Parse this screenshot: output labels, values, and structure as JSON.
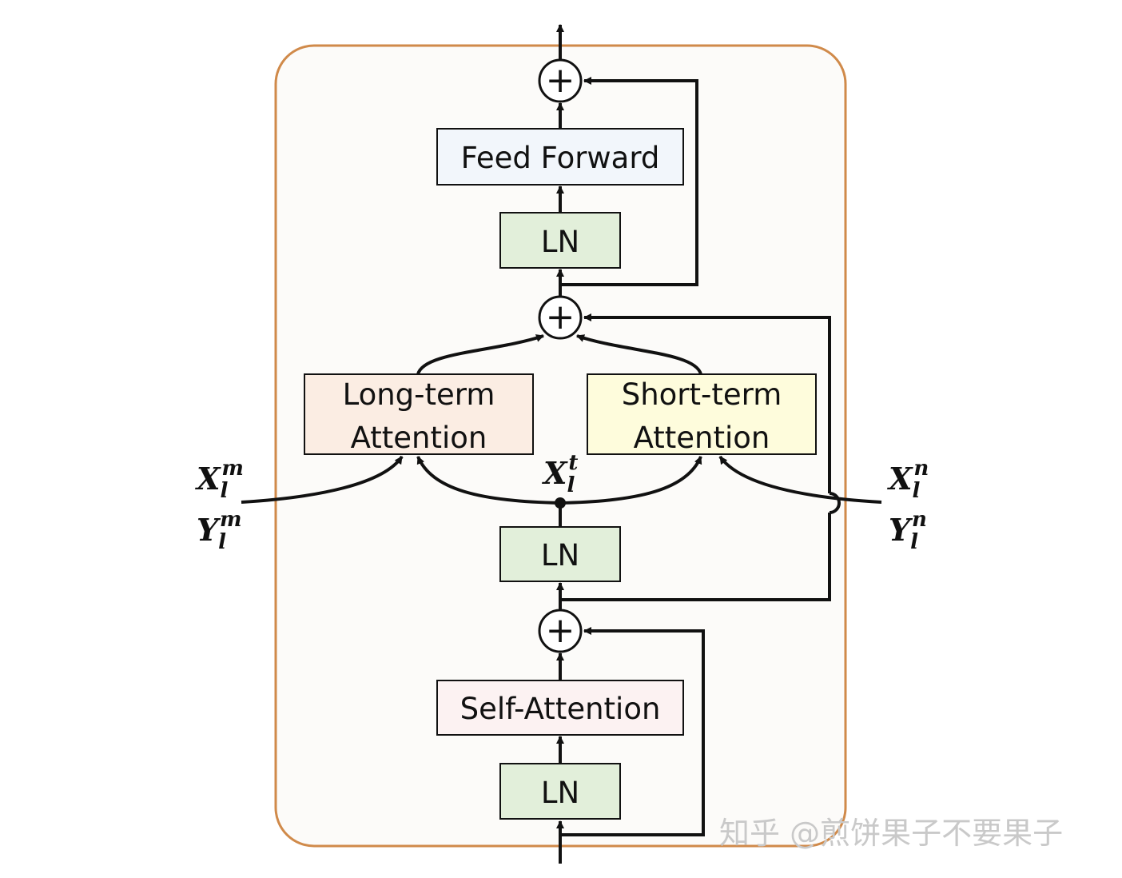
{
  "blocks": {
    "feed_forward": "Feed Forward",
    "ln_top": "LN",
    "long_term_line1": "Long-term",
    "long_term_line2": "Attention",
    "short_term_line1": "Short-term",
    "short_term_line2": "Attention",
    "ln_middle": "LN",
    "self_attention": "Self-Attention",
    "ln_bottom": "LN",
    "add_symbol": "+"
  },
  "inputs": {
    "left_x": {
      "base": "X",
      "sub": "l",
      "sup": "m"
    },
    "left_y": {
      "base": "Y",
      "sub": "l",
      "sup": "m"
    },
    "center_x": {
      "base": "X",
      "sub": "l",
      "sup": "t"
    },
    "right_x": {
      "base": "X",
      "sub": "l",
      "sup": "n"
    },
    "right_y": {
      "base": "Y",
      "sub": "l",
      "sup": "n"
    }
  },
  "watermark": "知乎 @煎饼果子不要果子",
  "colors": {
    "container_border": "#d08a4a",
    "container_fill": "#fcfbf9",
    "ln_fill": "#e2efda",
    "feed_forward_fill": "#f2f6fb",
    "long_term_fill": "#fbede3",
    "short_term_fill": "#fefcdc",
    "self_attention_fill": "#fcf2f2",
    "line": "#111111"
  }
}
